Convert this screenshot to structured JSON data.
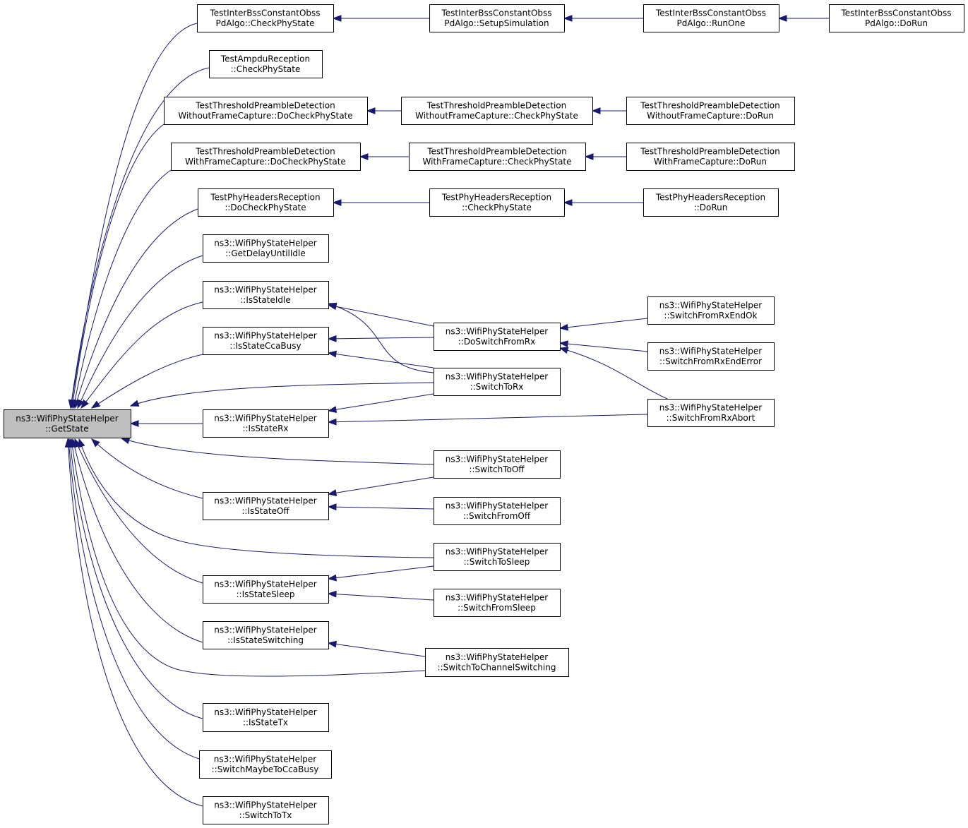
{
  "diagram": {
    "colors": {
      "edge": "#191970",
      "root_fill": "#bfbfbf",
      "node_fill": "#ffffff",
      "border": "#000000"
    },
    "nodes": [
      {
        "id": "n0",
        "lines": [
          "ns3::WifiPhyStateHelper",
          "::GetState"
        ],
        "root": true
      },
      {
        "id": "n1",
        "lines": [
          "TestInterBssConstantObss",
          "PdAlgo::CheckPhyState"
        ]
      },
      {
        "id": "n2",
        "lines": [
          "TestInterBssConstantObss",
          "PdAlgo::SetupSimulation"
        ]
      },
      {
        "id": "n3",
        "lines": [
          "TestInterBssConstantObss",
          "PdAlgo::RunOne"
        ]
      },
      {
        "id": "n4",
        "lines": [
          "TestInterBssConstantObss",
          "PdAlgo::DoRun"
        ]
      },
      {
        "id": "n5",
        "lines": [
          "TestAmpduReception",
          "::CheckPhyState"
        ]
      },
      {
        "id": "n6",
        "lines": [
          "TestThresholdPreambleDetection",
          "WithoutFrameCapture::DoCheckPhyState"
        ]
      },
      {
        "id": "n7",
        "lines": [
          "TestThresholdPreambleDetection",
          "WithoutFrameCapture::CheckPhyState"
        ]
      },
      {
        "id": "n8",
        "lines": [
          "TestThresholdPreambleDetection",
          "WithoutFrameCapture::DoRun"
        ]
      },
      {
        "id": "n9",
        "lines": [
          "TestThresholdPreambleDetection",
          "WithFrameCapture::DoCheckPhyState"
        ]
      },
      {
        "id": "n10",
        "lines": [
          "TestThresholdPreambleDetection",
          "WithFrameCapture::CheckPhyState"
        ]
      },
      {
        "id": "n11",
        "lines": [
          "TestThresholdPreambleDetection",
          "WithFrameCapture::DoRun"
        ]
      },
      {
        "id": "n12",
        "lines": [
          "TestPhyHeadersReception",
          "::DoCheckPhyState"
        ]
      },
      {
        "id": "n13",
        "lines": [
          "TestPhyHeadersReception",
          "::CheckPhyState"
        ]
      },
      {
        "id": "n14",
        "lines": [
          "TestPhyHeadersReception",
          "::DoRun"
        ]
      },
      {
        "id": "n15",
        "lines": [
          "ns3::WifiPhyStateHelper",
          "::GetDelayUntilIdle"
        ]
      },
      {
        "id": "n16",
        "lines": [
          "ns3::WifiPhyStateHelper",
          "::IsStateIdle"
        ]
      },
      {
        "id": "n17",
        "lines": [
          "ns3::WifiPhyStateHelper",
          "::DoSwitchFromRx"
        ]
      },
      {
        "id": "n18",
        "lines": [
          "ns3::WifiPhyStateHelper",
          "::SwitchFromRxEndOk"
        ]
      },
      {
        "id": "n19",
        "lines": [
          "ns3::WifiPhyStateHelper",
          "::SwitchFromRxEndError"
        ]
      },
      {
        "id": "n20",
        "lines": [
          "ns3::WifiPhyStateHelper",
          "::SwitchFromRxAbort"
        ]
      },
      {
        "id": "n21",
        "lines": [
          "ns3::WifiPhyStateHelper",
          "::SwitchToRx"
        ]
      },
      {
        "id": "n22",
        "lines": [
          "ns3::WifiPhyStateHelper",
          "::IsStateCcaBusy"
        ]
      },
      {
        "id": "n23",
        "lines": [
          "ns3::WifiPhyStateHelper",
          "::IsStateRx"
        ]
      },
      {
        "id": "n24",
        "lines": [
          "ns3::WifiPhyStateHelper",
          "::SwitchToOff"
        ]
      },
      {
        "id": "n25",
        "lines": [
          "ns3::WifiPhyStateHelper",
          "::IsStateOff"
        ]
      },
      {
        "id": "n26",
        "lines": [
          "ns3::WifiPhyStateHelper",
          "::SwitchFromOff"
        ]
      },
      {
        "id": "n27",
        "lines": [
          "ns3::WifiPhyStateHelper",
          "::SwitchToSleep"
        ]
      },
      {
        "id": "n28",
        "lines": [
          "ns3::WifiPhyStateHelper",
          "::IsStateSleep"
        ]
      },
      {
        "id": "n29",
        "lines": [
          "ns3::WifiPhyStateHelper",
          "::SwitchFromSleep"
        ]
      },
      {
        "id": "n30",
        "lines": [
          "ns3::WifiPhyStateHelper",
          "::IsStateSwitching"
        ]
      },
      {
        "id": "n31",
        "lines": [
          "ns3::WifiPhyStateHelper",
          "::SwitchToChannelSwitching"
        ]
      },
      {
        "id": "n32",
        "lines": [
          "ns3::WifiPhyStateHelper",
          "::IsStateTx"
        ]
      },
      {
        "id": "n33",
        "lines": [
          "ns3::WifiPhyStateHelper",
          "::SwitchMaybeToCcaBusy"
        ]
      },
      {
        "id": "n34",
        "lines": [
          "ns3::WifiPhyStateHelper",
          "::SwitchToTx"
        ]
      }
    ],
    "edges": [
      [
        "n1",
        "n0"
      ],
      [
        "n5",
        "n0"
      ],
      [
        "n6",
        "n0"
      ],
      [
        "n9",
        "n0"
      ],
      [
        "n12",
        "n0"
      ],
      [
        "n15",
        "n0"
      ],
      [
        "n16",
        "n0"
      ],
      [
        "n22",
        "n0"
      ],
      [
        "n21",
        "n0"
      ],
      [
        "n23",
        "n0"
      ],
      [
        "n24",
        "n0"
      ],
      [
        "n25",
        "n0"
      ],
      [
        "n27",
        "n0"
      ],
      [
        "n28",
        "n0"
      ],
      [
        "n30",
        "n0"
      ],
      [
        "n31",
        "n0"
      ],
      [
        "n32",
        "n0"
      ],
      [
        "n33",
        "n0"
      ],
      [
        "n34",
        "n0"
      ],
      [
        "n2",
        "n1"
      ],
      [
        "n3",
        "n2"
      ],
      [
        "n4",
        "n3"
      ],
      [
        "n7",
        "n6"
      ],
      [
        "n8",
        "n7"
      ],
      [
        "n10",
        "n9"
      ],
      [
        "n11",
        "n10"
      ],
      [
        "n13",
        "n12"
      ],
      [
        "n14",
        "n13"
      ],
      [
        "n17",
        "n16"
      ],
      [
        "n21",
        "n16"
      ],
      [
        "n17",
        "n22"
      ],
      [
        "n21",
        "n22"
      ],
      [
        "n18",
        "n17"
      ],
      [
        "n19",
        "n17"
      ],
      [
        "n20",
        "n17"
      ],
      [
        "n21",
        "n23"
      ],
      [
        "n20",
        "n23"
      ],
      [
        "n24",
        "n25"
      ],
      [
        "n26",
        "n25"
      ],
      [
        "n27",
        "n28"
      ],
      [
        "n29",
        "n28"
      ],
      [
        "n31",
        "n30"
      ]
    ]
  }
}
